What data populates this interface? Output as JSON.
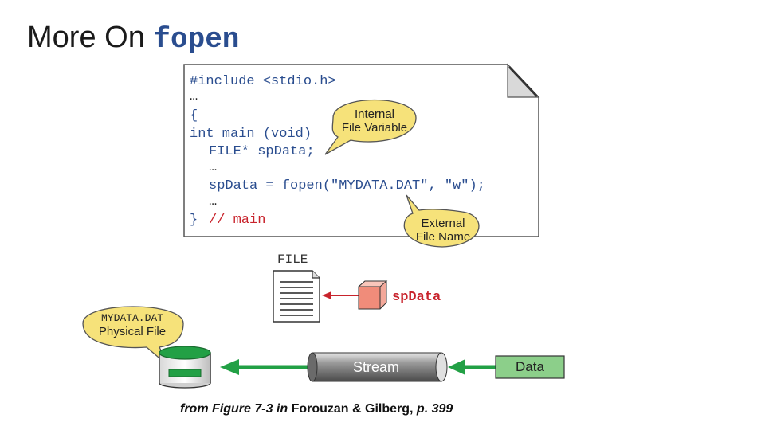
{
  "title": {
    "prefix": "More On ",
    "code": "fopen"
  },
  "code": {
    "lines": {
      "include": "#include <stdio.h>",
      "dots1": "…",
      "open_brace": "{",
      "main_kw": "int main (void)",
      "file_type": "FILE*",
      "file_var": " sp",
      "file_var2": "Data",
      "file_semi": ";",
      "dots2": "…",
      "fopen_pre": "spData = fopen(\"MYDATA.DAT\", \"w\");",
      "dots3": "…",
      "close_brace": "}",
      "comment": "// main"
    }
  },
  "callouts": {
    "internal_line1": "Internal",
    "internal_line2": "File Variable",
    "external_line1": "External",
    "external_line2": "File Name",
    "physical_line1": "MYDATA.DAT",
    "physical_line2": "Physical File"
  },
  "diagram": {
    "file_label": "FILE",
    "pointer_label": "spData",
    "stream_label": "Stream",
    "data_label": "Data"
  },
  "caption": {
    "part1": "from Figure 7-3 in ",
    "part2": "Forouzan & Gilberg, ",
    "part3": "p. 399"
  },
  "colors": {
    "callout_fill": "#f6e27a",
    "green": "#22a045",
    "red": "#c8232c",
    "pink_box": "#f3a89a",
    "data_box": "#8ccf8a"
  }
}
